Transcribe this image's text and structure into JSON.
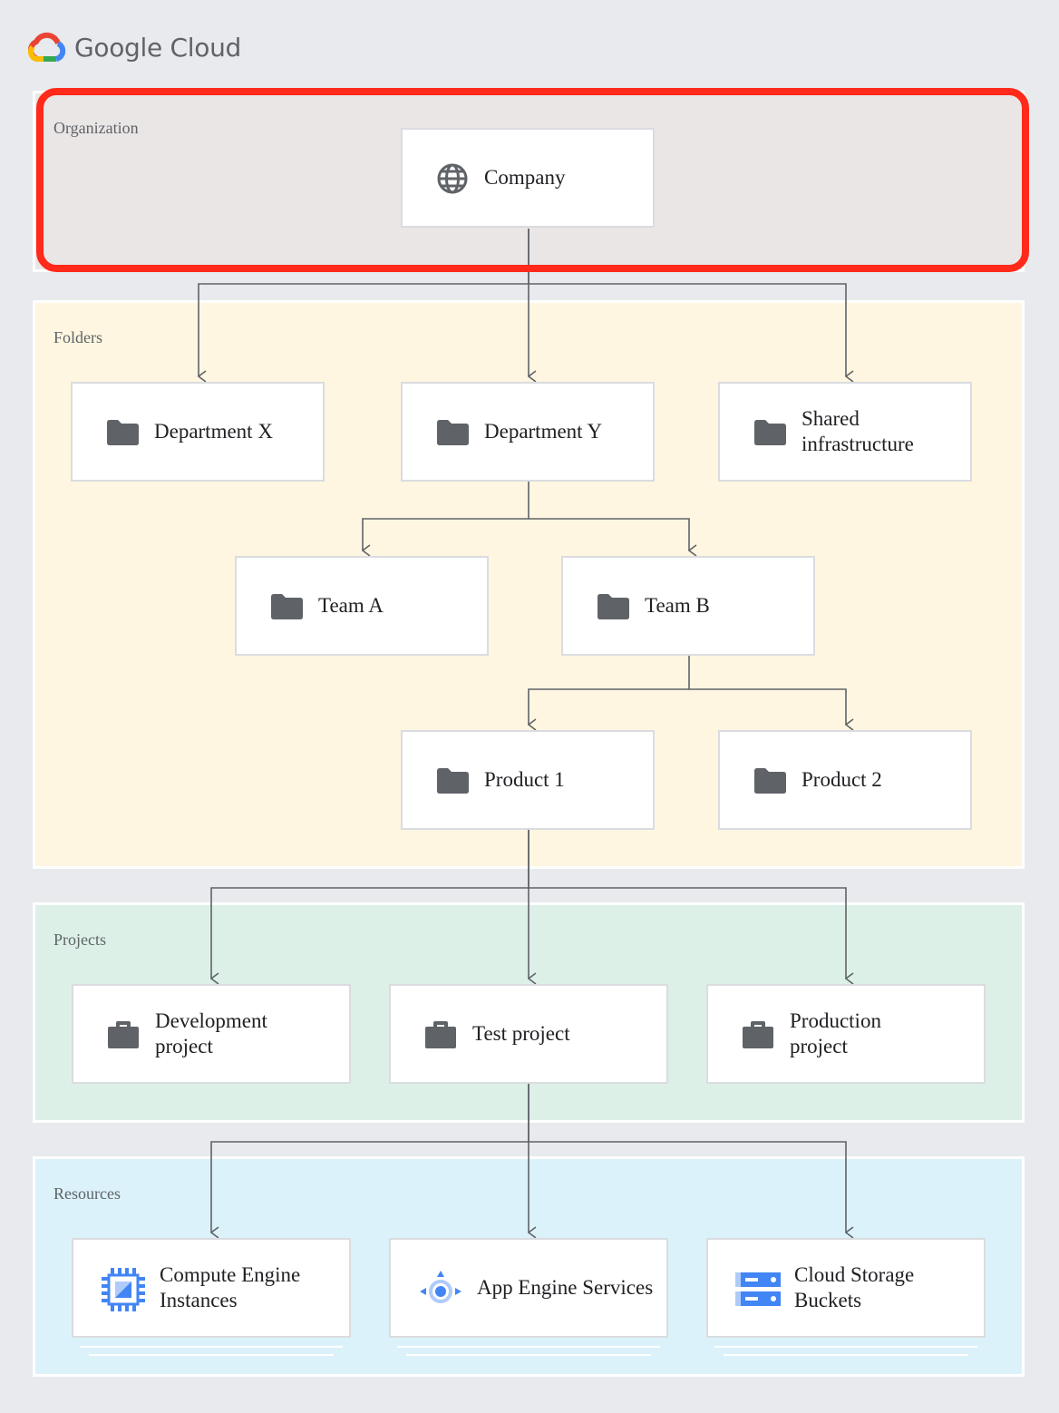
{
  "brand": {
    "name": "Google Cloud"
  },
  "colors": {
    "highlight": "#ff2a1a",
    "organization_bg": "#ebe6e6",
    "folders_bg": "#fef6e0",
    "projects_bg": "#dcf0e7",
    "resources_bg": "#dcf2fa"
  },
  "sections": {
    "organization": {
      "label": "Organization"
    },
    "folders": {
      "label": "Folders"
    },
    "projects": {
      "label": "Projects"
    },
    "resources": {
      "label": "Resources"
    }
  },
  "nodes": {
    "company": {
      "label": "Company",
      "icon": "globe-icon"
    },
    "department_x": {
      "label": "Department X",
      "icon": "folder-icon"
    },
    "department_y": {
      "label": "Department Y",
      "icon": "folder-icon"
    },
    "shared_infrastructure": {
      "label": "Shared infrastructure",
      "icon": "folder-icon"
    },
    "team_a": {
      "label": "Team A",
      "icon": "folder-icon"
    },
    "team_b": {
      "label": "Team B",
      "icon": "folder-icon"
    },
    "product_1": {
      "label": "Product 1",
      "icon": "folder-icon"
    },
    "product_2": {
      "label": "Product 2",
      "icon": "folder-icon"
    },
    "development_project": {
      "label": "Development project",
      "icon": "briefcase-icon"
    },
    "test_project": {
      "label": "Test project",
      "icon": "briefcase-icon"
    },
    "production_project": {
      "label": "Production project",
      "icon": "briefcase-icon"
    },
    "compute_engine": {
      "label": "Compute Engine Instances",
      "icon": "compute-engine-icon"
    },
    "app_engine": {
      "label": "App Engine Services",
      "icon": "app-engine-icon"
    },
    "cloud_storage": {
      "label": "Cloud Storage Buckets",
      "icon": "cloud-storage-icon"
    }
  },
  "edges": [
    [
      "company",
      "department_x"
    ],
    [
      "company",
      "department_y"
    ],
    [
      "company",
      "shared_infrastructure"
    ],
    [
      "department_y",
      "team_a"
    ],
    [
      "department_y",
      "team_b"
    ],
    [
      "team_b",
      "product_1"
    ],
    [
      "team_b",
      "product_2"
    ],
    [
      "product_1",
      "development_project"
    ],
    [
      "product_1",
      "test_project"
    ],
    [
      "product_1",
      "production_project"
    ],
    [
      "test_project",
      "compute_engine"
    ],
    [
      "test_project",
      "app_engine"
    ],
    [
      "test_project",
      "cloud_storage"
    ]
  ]
}
